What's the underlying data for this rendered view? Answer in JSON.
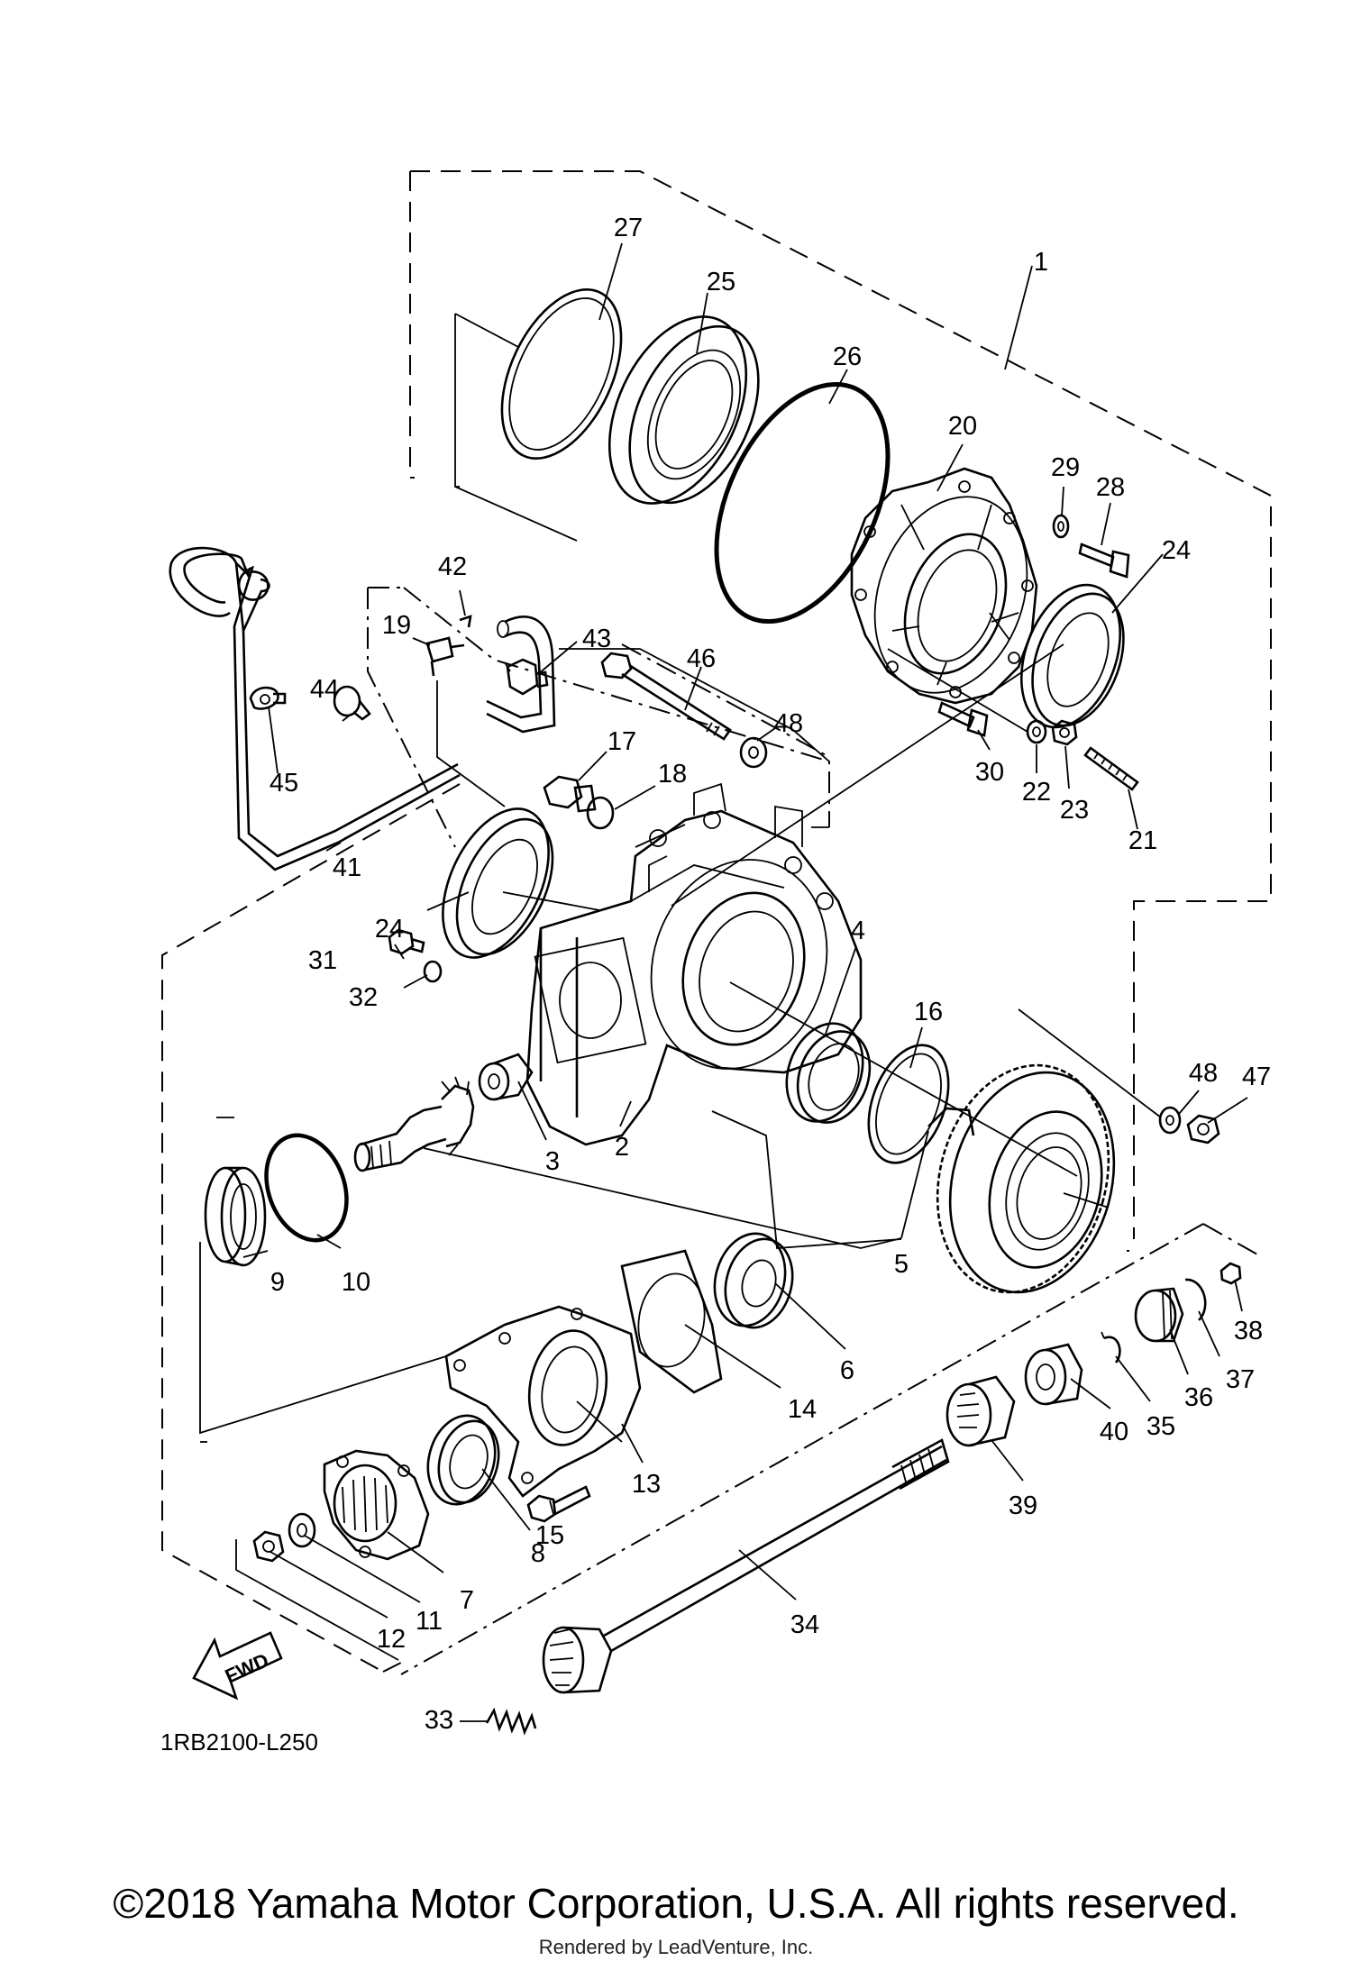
{
  "diagram": {
    "code": "1RB2100-L250",
    "copyright": "©2018 Yamaha Motor Corporation, U.S.A. All rights reserved.",
    "rendered_by": "Rendered by LeadVenture, Inc.",
    "fwd_label": "FWD",
    "callouts": [
      {
        "id": "c1",
        "text": "1"
      },
      {
        "id": "c2",
        "text": "2"
      },
      {
        "id": "c3",
        "text": "3"
      },
      {
        "id": "c4",
        "text": "4"
      },
      {
        "id": "c5",
        "text": "5"
      },
      {
        "id": "c6",
        "text": "6"
      },
      {
        "id": "c7",
        "text": "7"
      },
      {
        "id": "c8",
        "text": "8"
      },
      {
        "id": "c9",
        "text": "9"
      },
      {
        "id": "c10",
        "text": "10"
      },
      {
        "id": "c11",
        "text": "11"
      },
      {
        "id": "c12",
        "text": "12"
      },
      {
        "id": "c13",
        "text": "13"
      },
      {
        "id": "c14",
        "text": "14"
      },
      {
        "id": "c15",
        "text": "15"
      },
      {
        "id": "c16",
        "text": "16"
      },
      {
        "id": "c17",
        "text": "17"
      },
      {
        "id": "c18",
        "text": "18"
      },
      {
        "id": "c19",
        "text": "19"
      },
      {
        "id": "c20",
        "text": "20"
      },
      {
        "id": "c21",
        "text": "21"
      },
      {
        "id": "c22",
        "text": "22"
      },
      {
        "id": "c23",
        "text": "23"
      },
      {
        "id": "c24a",
        "text": "24"
      },
      {
        "id": "c24b",
        "text": "24"
      },
      {
        "id": "c25",
        "text": "25"
      },
      {
        "id": "c26",
        "text": "26"
      },
      {
        "id": "c27",
        "text": "27"
      },
      {
        "id": "c28",
        "text": "28"
      },
      {
        "id": "c29",
        "text": "29"
      },
      {
        "id": "c30",
        "text": "30"
      },
      {
        "id": "c31",
        "text": "31"
      },
      {
        "id": "c32",
        "text": "32"
      },
      {
        "id": "c33",
        "text": "33"
      },
      {
        "id": "c34",
        "text": "34"
      },
      {
        "id": "c35",
        "text": "35"
      },
      {
        "id": "c36",
        "text": "36"
      },
      {
        "id": "c37",
        "text": "37"
      },
      {
        "id": "c38",
        "text": "38"
      },
      {
        "id": "c39",
        "text": "39"
      },
      {
        "id": "c40",
        "text": "40"
      },
      {
        "id": "c41",
        "text": "41"
      },
      {
        "id": "c42",
        "text": "42"
      },
      {
        "id": "c43",
        "text": "43"
      },
      {
        "id": "c44",
        "text": "44"
      },
      {
        "id": "c45",
        "text": "45"
      },
      {
        "id": "c46",
        "text": "46"
      },
      {
        "id": "c47",
        "text": "47"
      },
      {
        "id": "c48a",
        "text": "48"
      },
      {
        "id": "c48b",
        "text": "48"
      }
    ]
  }
}
